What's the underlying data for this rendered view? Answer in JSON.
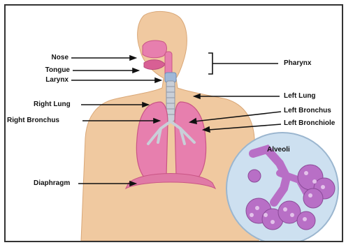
{
  "labels": {
    "nose": "Nose",
    "tongue": "Tongue",
    "larynx": "Larynx",
    "right_lung": "Right Lung",
    "right_bronchus": "Right Bronchus",
    "diaphragm": "Diaphragm",
    "pharynx": "Pharynx",
    "left_lung": "Left Lung",
    "left_bronchus": "Left Bronchus",
    "left_bronchiole": "Left Bronchiole",
    "alveoli": "Alveoli"
  },
  "colors": {
    "skin": "#f0c9a0",
    "lung": "#e77fae",
    "lung_dark": "#c95585",
    "trachea": "#c9cfd8",
    "diaphragm": "#e07aa6",
    "inset_bg": "#cde0f0",
    "alveoli": "#b86fc6"
  }
}
